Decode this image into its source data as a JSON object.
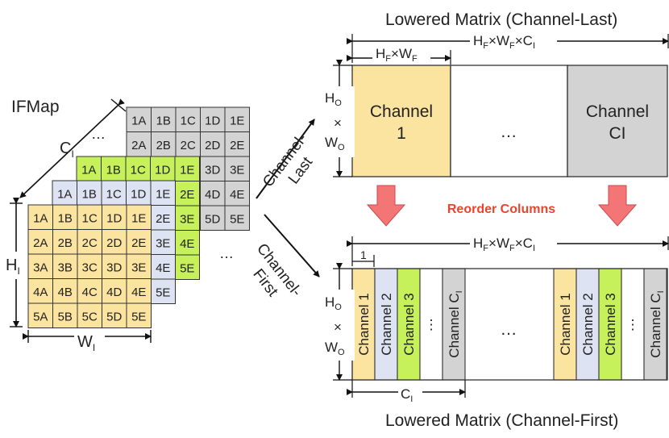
{
  "colors": {
    "yellow": "#fbe3a0",
    "blue": "#dde3f2",
    "green": "#c6f15a",
    "gray": "#d3d3d3",
    "outline": "#333333",
    "accent_red": "#e8452c",
    "arrow_fill": "#f47575"
  },
  "ifmap": {
    "title": "IFMap",
    "width_label": "W",
    "width_sub": "I",
    "height_label": "H",
    "height_sub": "I",
    "channel_label": "C",
    "channel_sub": "I",
    "ellipsis": "…",
    "front_cells": [
      [
        "1A",
        "1B",
        "1C",
        "1D",
        "1E"
      ],
      [
        "2A",
        "2B",
        "2C",
        "2D",
        "2E"
      ],
      [
        "3A",
        "3B",
        "3C",
        "3D",
        "3E"
      ],
      [
        "4A",
        "4B",
        "4C",
        "4D",
        "4E"
      ],
      [
        "5A",
        "5B",
        "5C",
        "5D",
        "5E"
      ]
    ],
    "blue_top_row": [
      "1A",
      "1B",
      "1C",
      "1D",
      "1E"
    ],
    "blue_right_col": [
      "2E",
      "3E",
      "4E",
      "5E"
    ],
    "green_top_row": [
      "1A",
      "1B",
      "1C",
      "1D",
      "1E"
    ],
    "green_right_col": [
      "2E",
      "3E",
      "4E",
      "5E"
    ],
    "gray_top_rows": [
      [
        "1A",
        "1B",
        "1C",
        "1D",
        "1E"
      ],
      [
        "2A",
        "2B",
        "2C",
        "2D",
        "2E"
      ]
    ],
    "gray_right_col": [
      "3D",
      "3E",
      "4D",
      "4E",
      "5D",
      "5E"
    ]
  },
  "transforms": {
    "channel_last": "Channel-Last",
    "channel_first": "Channel-First",
    "reorder": "Reorder Columns"
  },
  "top_matrix": {
    "title": "Lowered Matrix (Channel-Last)",
    "width_label": "H",
    "height_label": "H",
    "height_sub": "O",
    "times": "×",
    "rows_label": "W",
    "rows_sub": "O",
    "cols_full": [
      "H",
      "F",
      "×W",
      "F",
      "×C",
      "I"
    ],
    "cols_seg": [
      "H",
      "F",
      "×W",
      "F"
    ],
    "block1": "Channel 1",
    "middle": "…",
    "block_last": "Channel CI"
  },
  "bottom_matrix": {
    "title": "Lowered Matrix (Channel-First)",
    "one_label": "1",
    "ci_label": "C",
    "ci_sub": "I",
    "col_labels": [
      "Channel 1",
      "Channel 2",
      "Channel 3",
      "⋮",
      "Channel C"
    ],
    "middle": "…"
  }
}
